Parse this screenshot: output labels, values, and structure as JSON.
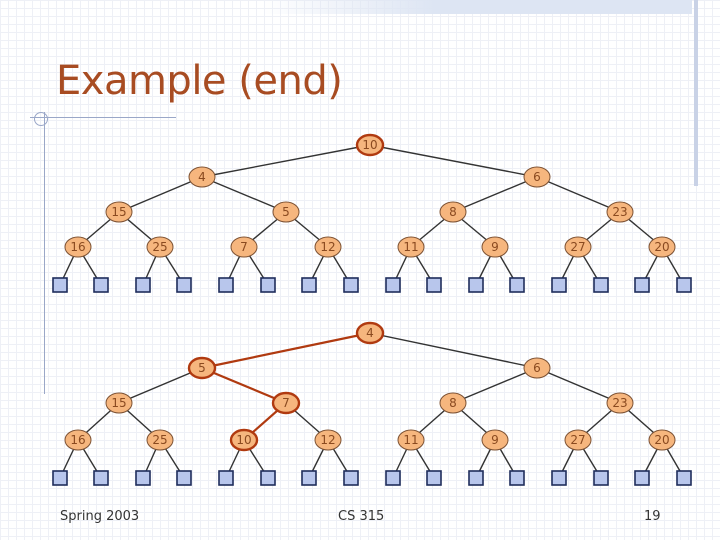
{
  "slide": {
    "title": "Example (end)",
    "footer_left": "Spring 2003",
    "footer_center": "CS 315",
    "footer_right": "19"
  },
  "colors": {
    "node_fill": "#f6b67e",
    "node_stroke": "#7d5234",
    "highlight_stroke": "#b03a10",
    "leaf_fill": "#b8c6ec",
    "leaf_stroke": "#1f2d5c",
    "edge": "#333333",
    "highlight_edge": "#b03a10",
    "label": "#8a4a20"
  },
  "trees": [
    {
      "name": "tree-before",
      "levels": [
        [
          "10"
        ],
        [
          "4",
          "6"
        ],
        [
          "15",
          "5",
          "8",
          "23"
        ],
        [
          "16",
          "25",
          "7",
          "12",
          "11",
          "9",
          "27",
          "20"
        ]
      ],
      "highlight_nodes": [
        "0.0"
      ],
      "highlight_edges": []
    },
    {
      "name": "tree-after",
      "levels": [
        [
          "4"
        ],
        [
          "5",
          "6"
        ],
        [
          "15",
          "7",
          "8",
          "23"
        ],
        [
          "16",
          "25",
          "10",
          "12",
          "11",
          "9",
          "27",
          "20"
        ]
      ],
      "highlight_nodes": [
        "0.0",
        "1.0",
        "2.1",
        "3.2"
      ],
      "highlight_edges": [
        "0.0-1.0",
        "1.0-2.1",
        "2.1-3.2"
      ]
    }
  ]
}
